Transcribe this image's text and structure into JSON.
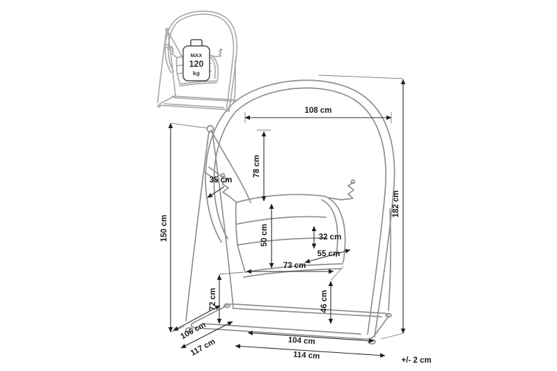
{
  "dims": {
    "hoop_width": "108 cm",
    "canopy_height": "78 cm",
    "fold_gap": "35 cm",
    "side_frame_height": "150 cm",
    "total_height": "182 cm",
    "backrest_height": "50 cm",
    "armrest_height": "32 cm",
    "seat_depth": "55 cm",
    "seat_width": "73 cm",
    "seat_left_clearance": "72 cm",
    "seat_ground_clearance": "46 cm",
    "base_depth_inner": "106 cm",
    "base_depth_outer": "117 cm",
    "base_width_inner": "104 cm",
    "base_width_outer": "114 cm"
  },
  "badge": {
    "max": "MAX",
    "value": "120",
    "unit": "kg"
  },
  "note": {
    "tolerance": "+/- 2 cm"
  },
  "colors": {
    "drawing_line": "#8e8e8e",
    "dimension_line": "#1b1b1b"
  }
}
